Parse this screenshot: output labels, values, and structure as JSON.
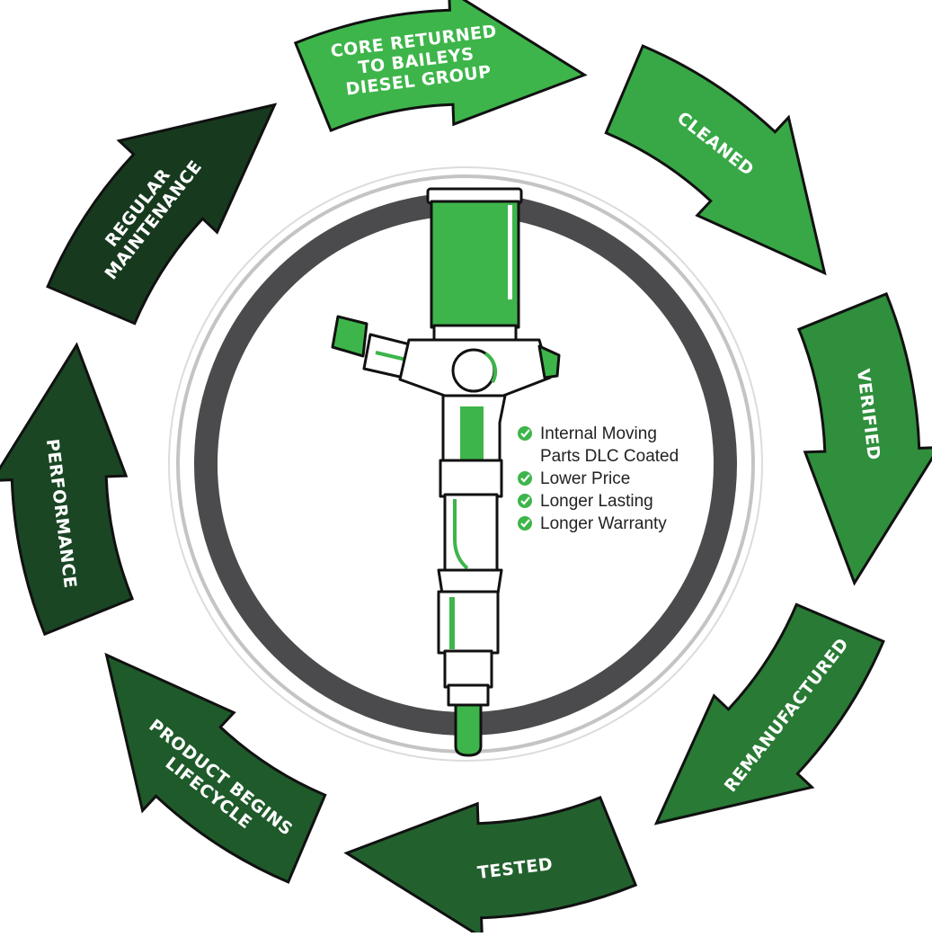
{
  "colors": {
    "dark": "#173a1f",
    "mid": "#22612e",
    "accent": "#3db54a",
    "ring": "#4b4a4c",
    "outer_ring": "#c8c8c8",
    "check": "#3db54a"
  },
  "cycle": {
    "steps": [
      {
        "id": "core-returned",
        "lines": [
          "CORE RETURNED",
          "TO BAILEYS",
          "DIESEL GROUP"
        ],
        "color": "#3db54a"
      },
      {
        "id": "cleaned",
        "lines": [
          "CLEANED"
        ],
        "color": "#37a845"
      },
      {
        "id": "verified",
        "lines": [
          "VERIFIED"
        ],
        "color": "#2f8f3c"
      },
      {
        "id": "remanufactured",
        "lines": [
          "REMANUFACTURED"
        ],
        "color": "#287a34"
      },
      {
        "id": "tested",
        "lines": [
          "TESTED"
        ],
        "color": "#22612e"
      },
      {
        "id": "product-begins-lifecycle",
        "lines": [
          "PRODUCT BEGINS",
          "LIFECYCLE"
        ],
        "color": "#1f5a2a"
      },
      {
        "id": "performance",
        "lines": [
          "PERFORMANCE"
        ],
        "color": "#1a4624"
      },
      {
        "id": "regular-maintenance",
        "lines": [
          "REGULAR",
          "MAINTENANCE"
        ],
        "color": "#173a1f"
      }
    ]
  },
  "features": {
    "items": [
      {
        "lines": [
          "Internal Moving",
          "Parts DLC Coated"
        ]
      },
      {
        "lines": [
          "Lower Price"
        ]
      },
      {
        "lines": [
          "Longer Lasting"
        ]
      },
      {
        "lines": [
          "Longer Warranty"
        ]
      }
    ]
  },
  "icons": {
    "check": "check-circle-icon",
    "injector": "fuel-injector-icon"
  }
}
